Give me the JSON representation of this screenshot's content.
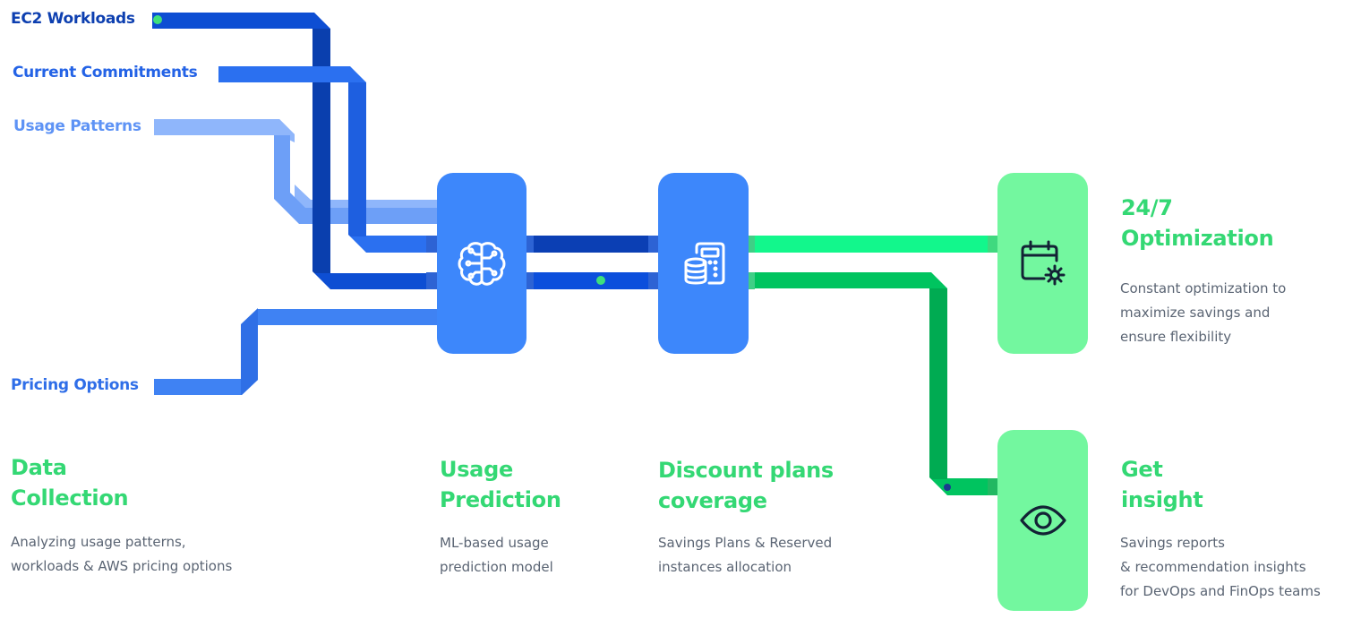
{
  "colors": {
    "ec2": "#0d4ed3",
    "ec2_dark": "#0a3fae",
    "commitments": "#2b70f0",
    "patterns": "#8fb6fb",
    "pricing": "#3f82f3",
    "box_blue": "#3d87fb",
    "box_green": "#73f79f",
    "pipe_green_light": "#12f78c",
    "pipe_green_dark": "#00c45f",
    "heading_green": "#34d874",
    "text_gray": "#5a6473",
    "dot_green": "#3ee07c"
  },
  "sources": {
    "ec2": "EC2 Workloads",
    "commitments": "Current Commitments",
    "patterns": "Usage Patterns",
    "pricing": "Pricing Options"
  },
  "nodes": {
    "prediction_icon": "brain-icon",
    "discount_icon": "coins-calculator-icon",
    "optimization_icon": "calendar-gear-icon",
    "insight_icon": "eye-icon"
  },
  "stages": {
    "data_collection": {
      "title": [
        "Data",
        "Collection"
      ],
      "desc": [
        "Analyzing usage patterns,",
        "workloads & AWS pricing options"
      ]
    },
    "usage_prediction": {
      "title": [
        "Usage",
        "Prediction"
      ],
      "desc": [
        "ML-based usage",
        "prediction model"
      ]
    },
    "discount_plans": {
      "title": [
        "Discount plans",
        "coverage"
      ],
      "desc": [
        "Savings Plans & Reserved",
        "instances allocation"
      ]
    },
    "optimization": {
      "title": [
        "24/7",
        "Optimization"
      ],
      "desc": [
        "Constant optimization to",
        "maximize savings and",
        "ensure flexibility"
      ]
    },
    "insight": {
      "title": [
        "Get",
        "insight"
      ],
      "desc": [
        "Savings reports",
        "& recommendation insights",
        "for DevOps and FinOps teams"
      ]
    }
  }
}
